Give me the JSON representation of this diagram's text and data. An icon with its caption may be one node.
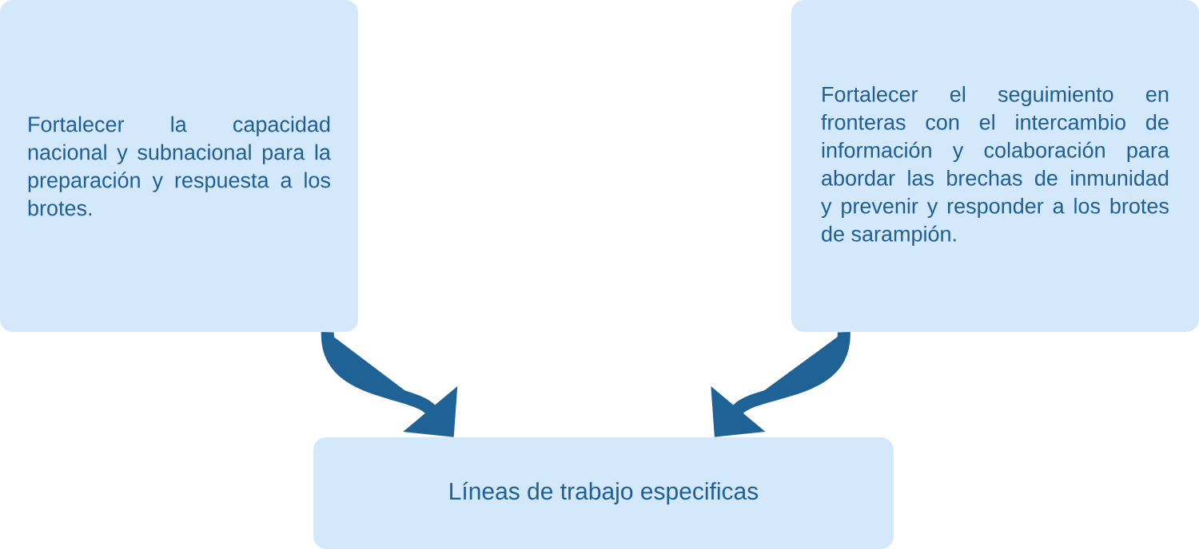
{
  "diagram": {
    "nodes": [
      {
        "text": [
          "Fortalecer la capacidad nacional y subnacional para la preparación y respuesta a los brotes."
        ]
      },
      {
        "text": [
          "Fortalecer el seguimiento en fronteras con el intercambio de información y colaboración para abordar las brechas de inmunidad y prevenir y responder a los brotes de sarampión."
        ]
      },
      {
        "text": [
          "Líneas de trabajo especificas"
        ]
      }
    ],
    "edges": [
      {
        "from": 0,
        "to": 2,
        "arrow": "to"
      },
      {
        "from": 1,
        "to": 2,
        "arrow": "to"
      }
    ]
  }
}
